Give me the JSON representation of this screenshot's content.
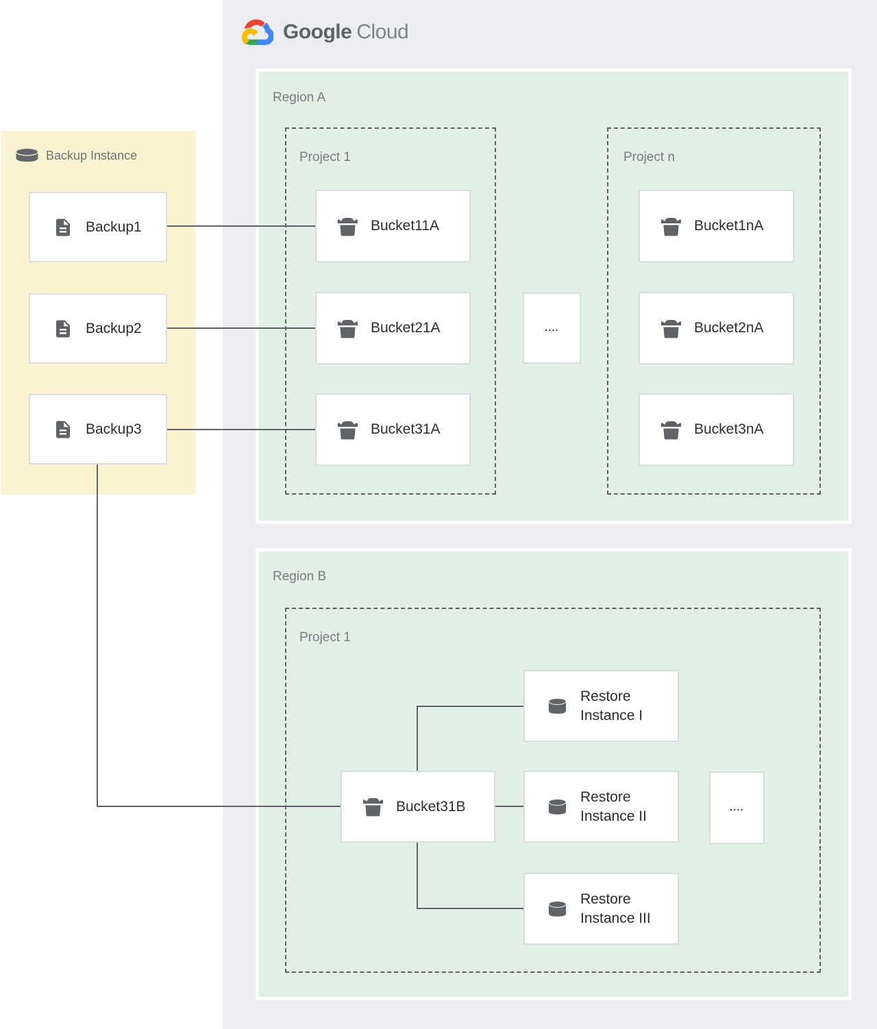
{
  "logo": {
    "google": "Google",
    "cloud": "Cloud"
  },
  "backup_panel": {
    "title": "Backup Instance",
    "items": [
      {
        "label": "Backup1"
      },
      {
        "label": "Backup2"
      },
      {
        "label": "Backup3"
      }
    ]
  },
  "region_a": {
    "label": "Region A",
    "ellipsis": "....",
    "projects": [
      {
        "label": "Project 1",
        "buckets": [
          {
            "label": "Bucket11A"
          },
          {
            "label": "Bucket21A"
          },
          {
            "label": "Bucket31A"
          }
        ]
      },
      {
        "label": "Project n",
        "buckets": [
          {
            "label": "Bucket1nA"
          },
          {
            "label": "Bucket2nA"
          },
          {
            "label": "Bucket3nA"
          }
        ]
      }
    ]
  },
  "region_b": {
    "label": "Region B",
    "project": {
      "label": "Project 1",
      "bucket": {
        "label": "Bucket31B"
      },
      "ellipsis": "....",
      "restores": [
        {
          "label": "Restore Instance I"
        },
        {
          "label": "Restore Instance II"
        },
        {
          "label": "Restore Instance III"
        }
      ]
    }
  },
  "colors": {
    "panel_gray": "#ebedf0",
    "region_green": "#e1efe6",
    "backup_yellow": "#fbf2cf",
    "node_border": "#dadce0",
    "connector_gray": "#5f6368",
    "icon_gray": "#5f6368",
    "label_muted": "#797d80",
    "label_dark": "#2b2e32",
    "logo_blue": "#4285f4",
    "logo_red": "#ea4335",
    "logo_yellow": "#fbbc05",
    "logo_green": "#34a853"
  }
}
